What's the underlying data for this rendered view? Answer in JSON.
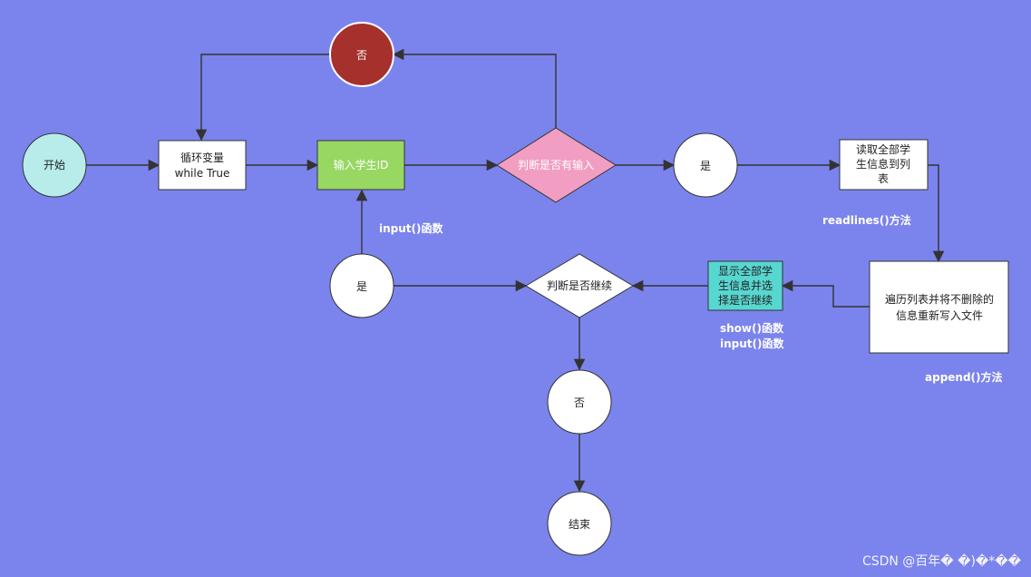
{
  "colors": {
    "background": "#7b84ec",
    "start_fill": "#b7ecea",
    "input_fill": "#97d762",
    "decision_pink": "#f19ec2",
    "no_top_fill": "#a5302c",
    "show_fill": "#58d6d0",
    "white": "#ffffff"
  },
  "nodes": {
    "start": "开始",
    "loop": [
      "循环变量",
      "while True"
    ],
    "input": "输入学生ID",
    "judge_input": "判断是否有输入",
    "no_top": "否",
    "yes_right": "是",
    "read": [
      "读取全部学",
      "生信息到列",
      "表"
    ],
    "traverse": [
      "遍历列表并将不删除的",
      "信息重新写入文件"
    ],
    "show": [
      "显示全部学",
      "生信息并选",
      "择是否继续"
    ],
    "judge_continue": "判断是否继续",
    "yes_left": "是",
    "no_bottom": "否",
    "end": "结束"
  },
  "notes": {
    "input_func": "input()函数",
    "readlines": "readlines()方法",
    "show_func": "show()函数",
    "input_func2": "input()函数",
    "append": "append()方法"
  },
  "watermark": "CSDN @百年� �)�*��"
}
